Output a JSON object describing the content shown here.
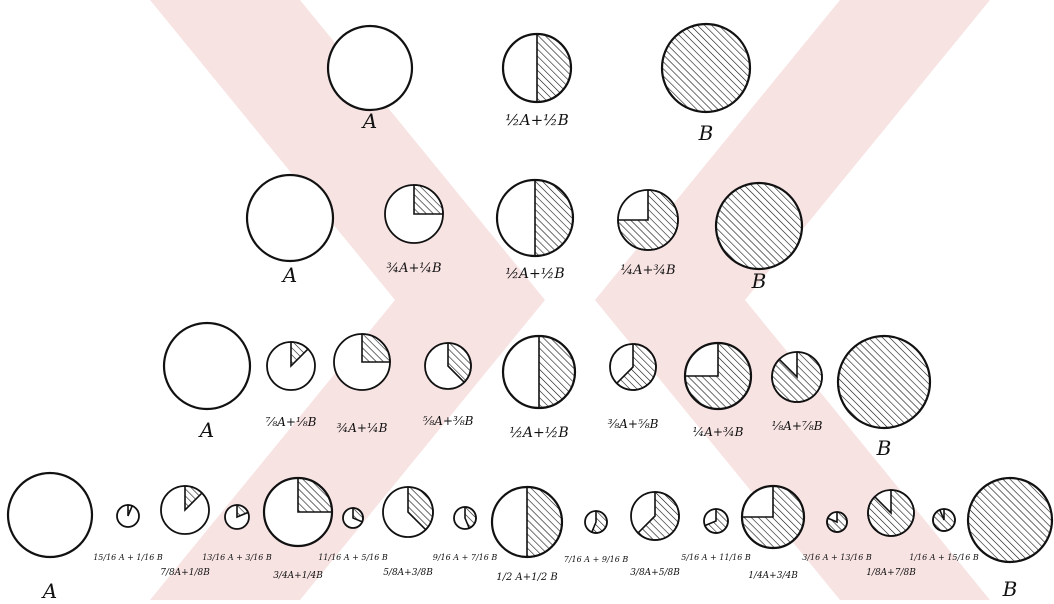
{
  "watermark": {
    "color": "#f3cccc"
  },
  "colors": {
    "ink": "#111111",
    "paper": "#ffffff"
  },
  "rows": [
    {
      "circles": [
        {
          "label": "A",
          "fraction_b": 0
        },
        {
          "label": "½A+½B",
          "fraction_b": 0.5
        },
        {
          "label": "B",
          "fraction_b": 1
        }
      ]
    },
    {
      "circles": [
        {
          "label": "A",
          "fraction_b": 0
        },
        {
          "label": "¾A+¼B",
          "fraction_b": 0.25
        },
        {
          "label": "½A+½B",
          "fraction_b": 0.5
        },
        {
          "label": "¼A+¾B",
          "fraction_b": 0.75
        },
        {
          "label": "B",
          "fraction_b": 1
        }
      ]
    },
    {
      "circles": [
        {
          "label": "A",
          "fraction_b": 0
        },
        {
          "label": "⅞A+⅛B",
          "fraction_b": 0.125
        },
        {
          "label": "¾A+¼B",
          "fraction_b": 0.25
        },
        {
          "label": "⅝A+⅜B",
          "fraction_b": 0.375
        },
        {
          "label": "½A+½B",
          "fraction_b": 0.5
        },
        {
          "label": "⅜A+⅝B",
          "fraction_b": 0.625
        },
        {
          "label": "¼A+¾B",
          "fraction_b": 0.75
        },
        {
          "label": "⅛A+⅞B",
          "fraction_b": 0.875
        },
        {
          "label": "B",
          "fraction_b": 1
        }
      ]
    },
    {
      "circles": [
        {
          "label": "A",
          "fraction_b": 0
        },
        {
          "label": "15/16 A + 1/16 B",
          "fraction_b": 0.0625
        },
        {
          "label": "7/8A+1/8B",
          "fraction_b": 0.125
        },
        {
          "label": "13/16 A + 3/16 B",
          "fraction_b": 0.1875
        },
        {
          "label": "3/4A+1/4B",
          "fraction_b": 0.25
        },
        {
          "label": "11/16 A + 5/16 B",
          "fraction_b": 0.3125
        },
        {
          "label": "5/8A+3/8B",
          "fraction_b": 0.375
        },
        {
          "label": "9/16 A + 7/16 B",
          "fraction_b": 0.4375
        },
        {
          "label": "1/2 A+1/2 B",
          "fraction_b": 0.5
        },
        {
          "label": "7/16 A + 9/16 B",
          "fraction_b": 0.5625
        },
        {
          "label": "3/8A+5/8B",
          "fraction_b": 0.625
        },
        {
          "label": "5/16 A + 11/16 B",
          "fraction_b": 0.6875
        },
        {
          "label": "1/4A+3/4B",
          "fraction_b": 0.75
        },
        {
          "label": "3/16 A + 13/16 B",
          "fraction_b": 0.8125
        },
        {
          "label": "1/8A+7/8B",
          "fraction_b": 0.875
        },
        {
          "label": "1/16 A + 15/16 B",
          "fraction_b": 0.9375
        },
        {
          "label": "B",
          "fraction_b": 1
        }
      ]
    }
  ]
}
